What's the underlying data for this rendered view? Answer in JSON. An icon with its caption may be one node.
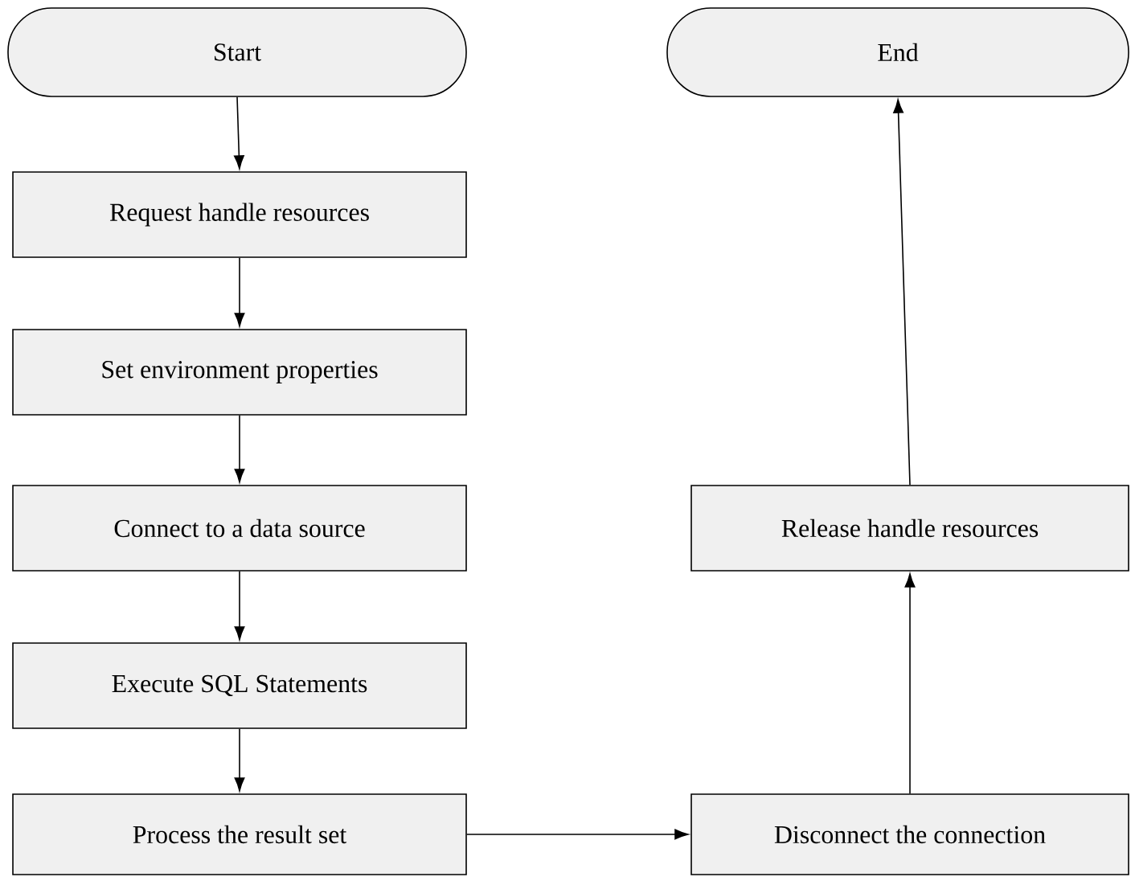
{
  "diagram": {
    "nodes": [
      {
        "text": [
          "Start"
        ]
      },
      {
        "text": [
          "Request handle resources"
        ]
      },
      {
        "text": [
          "Set environment properties"
        ]
      },
      {
        "text": [
          "Connect to a data source"
        ]
      },
      {
        "text": [
          "Execute SQL Statements"
        ]
      },
      {
        "text": [
          "Process the result set"
        ]
      },
      {
        "text": [
          "Disconnect the connection"
        ]
      },
      {
        "text": [
          "Release handle resources"
        ]
      },
      {
        "text": [
          "End"
        ]
      }
    ],
    "edges": [
      {
        "from": 0,
        "to": 1,
        "arrow": "to"
      },
      {
        "from": 1,
        "to": 2,
        "arrow": "to"
      },
      {
        "from": 2,
        "to": 3,
        "arrow": "to"
      },
      {
        "from": 3,
        "to": 4,
        "arrow": "to"
      },
      {
        "from": 4,
        "to": 5,
        "arrow": "to"
      },
      {
        "from": 5,
        "to": 6,
        "arrow": "to"
      },
      {
        "from": 6,
        "to": 7,
        "arrow": "to"
      },
      {
        "from": 7,
        "to": 8,
        "arrow": "to"
      }
    ]
  }
}
